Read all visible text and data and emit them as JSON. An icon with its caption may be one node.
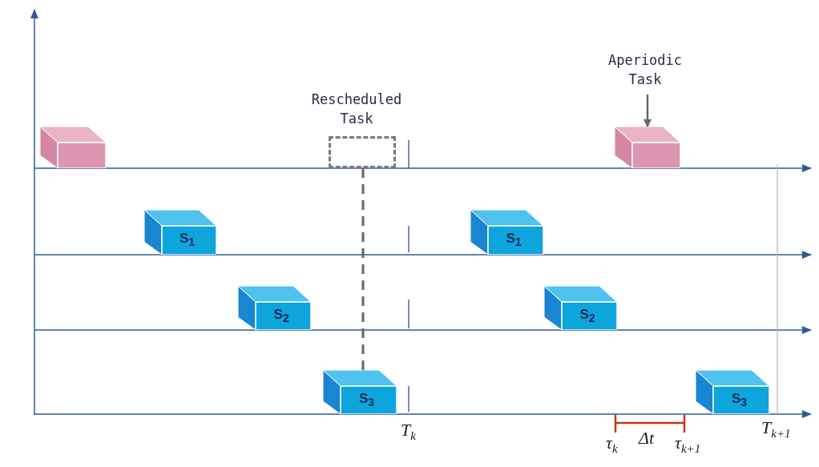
{
  "diagram": {
    "nodes": [
      {
        "text": [],
        "shape": "box"
      },
      {
        "text": [
          "Rescheduled Task"
        ]
      },
      {
        "text": [
          "Aperiodic Task"
        ]
      },
      {
        "text": [],
        "shape": "box"
      },
      {
        "text": [
          "S$_{1}$"
        ]
      },
      {
        "text": [
          "S$_{1}$"
        ]
      },
      {
        "text": [
          "S$_{2}$"
        ]
      },
      {
        "text": [
          "S$_{2}$"
        ]
      },
      {
        "text": [
          "S$_{3}$"
        ]
      },
      {
        "text": [
          "S$_{3}$"
        ]
      }
    ],
    "edges": [
      {
        "from": 1,
        "to": 8,
        "arrow": "none",
        "style": "dashed"
      },
      {
        "from": 2,
        "to": 3,
        "arrow": "to"
      }
    ],
    "labels": [
      "T$_{k}$",
      "τ$_{k}$",
      "Δt",
      "τ$_{k+1}$",
      "T$_{k+1}$"
    ]
  }
}
